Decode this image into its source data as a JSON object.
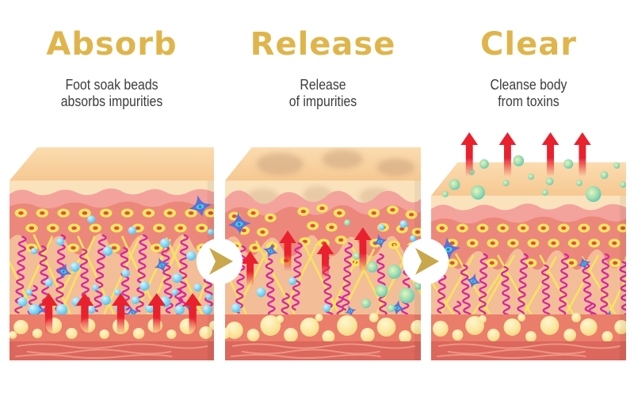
{
  "stages": [
    {
      "id": "absorb",
      "title": "Absorb",
      "subtitle_line1": "Foot soak beads",
      "subtitle_line2": "absorbs impurities",
      "markers": [
        "impurity-bead",
        "up-arrow",
        "skin-cell",
        "collagen-fiber",
        "elastin-fiber",
        "fibroblast-cell",
        "fat-cell"
      ]
    },
    {
      "id": "release",
      "title": "Release",
      "subtitle_line1": "Release",
      "subtitle_line2": "of impurities",
      "markers": [
        "toxin-bubble",
        "impurity-bead",
        "up-arrow",
        "surface-dirt",
        "skin-cell",
        "collagen-fiber",
        "elastin-fiber",
        "fibroblast-cell",
        "fat-cell"
      ]
    },
    {
      "id": "clear",
      "title": "Clear",
      "subtitle_line1": "Cleanse body",
      "subtitle_line2": "from toxins",
      "markers": [
        "toxin-bubble",
        "up-arrow",
        "skin-cell",
        "collagen-fiber",
        "elastin-fiber",
        "fibroblast-cell",
        "fat-cell"
      ]
    }
  ],
  "connectors": [
    {
      "icon": "right-arrow-icon",
      "glyph": "▶"
    },
    {
      "icon": "right-arrow-icon",
      "glyph": "▶"
    }
  ],
  "icons": {
    "connector_arrow": "▶",
    "up_arrow": "↑"
  },
  "colors": {
    "page_bg": "#FFFFFF",
    "accent_gold": "#DFB54B",
    "connector_gold": "#C9A84C",
    "text_dark": "#3C3C3C",
    "arrow_red": "#E9212E",
    "bead_blue": "#7DD2F3",
    "toxin_teal": "#5FC5B8",
    "collagen_magenta": "#D9259F",
    "elastin_yellow": "#F7E35F",
    "skin_surface_tan": "#F8D1A4",
    "cream_band": "#FAE2BC",
    "epidermis_pink": "#F3A39C",
    "basal_salmon": "#EC887B",
    "dermis_peach": "#F3BD98",
    "fat_band": "#EB7D6B",
    "muscle_red": "#DC675C",
    "cell_yellow": "#F7E75D",
    "fat_cell_yellow": "#FBE59B",
    "fibroblast_blue": "#5E6FD6",
    "dirt_brown": "#C79F7D"
  }
}
